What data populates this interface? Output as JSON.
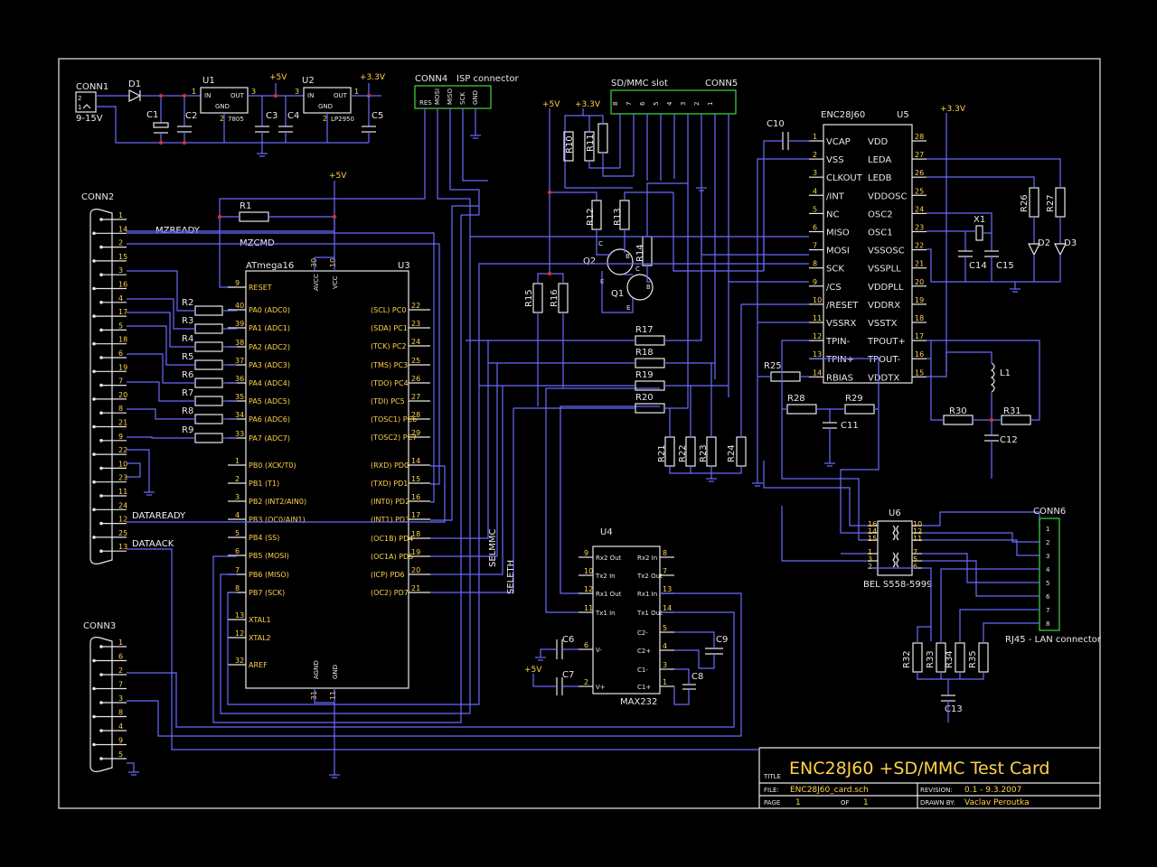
{
  "title_block": {
    "title_label": "TITLE",
    "title": "ENC28J60 +SD/MMC Test Card",
    "file_label": "FILE:",
    "file": "ENC28J60_card.sch",
    "revision_label": "REVISION:",
    "revision": "0.1 - 9.3.2007",
    "page_label": "PAGE",
    "page": "1",
    "of_label": "OF",
    "of": "1",
    "drawn_label": "DRAWN BY:",
    "drawn": "Vaclav Peroutka"
  },
  "connectors": {
    "conn1": "CONN1",
    "conn1_voltage": "9-15V",
    "conn2": "CONN2",
    "conn3": "CONN3",
    "conn4": "CONN4",
    "conn4_desc": "ISP connector",
    "conn5": "CONN5",
    "conn5_desc": "SD/MMC slot",
    "conn6": "CONN6",
    "conn6_desc": "RJ45 - LAN connector",
    "conn4_pins": [
      "RES",
      "MOSI",
      "MISO",
      "SCK",
      "GND"
    ],
    "conn5_pins": [
      "8",
      "7",
      "6",
      "5",
      "4",
      "3",
      "2",
      "1"
    ],
    "conn2_pins": [
      "1",
      "14",
      "2",
      "15",
      "3",
      "16",
      "4",
      "17",
      "5",
      "18",
      "6",
      "19",
      "7",
      "20",
      "8",
      "21",
      "9",
      "22",
      "10",
      "23",
      "11",
      "24",
      "12",
      "25",
      "13"
    ],
    "conn3_pins": [
      "1",
      "6",
      "2",
      "7",
      "3",
      "8",
      "4",
      "9",
      "5"
    ],
    "conn6_pins": [
      "1",
      "2",
      "3",
      "4",
      "5",
      "6",
      "7",
      "8"
    ]
  },
  "nets": {
    "mzready": "MZREADY",
    "mzcmd": "MZCMD",
    "dataready": "DATAREADY",
    "dataack": "DATAACK",
    "selmmc": "SELMMC",
    "seleth": "SELETH"
  },
  "power": {
    "v5": "+5V",
    "v33": "+3.3V"
  },
  "regulators": {
    "u1": "U1",
    "u1_part": "7805",
    "u2": "U2",
    "u2_part": "LP2950",
    "in": "IN",
    "out": "OUT",
    "gnd": "GND",
    "pin1": "1",
    "pin2": "2",
    "pin3": "3"
  },
  "u3": {
    "name": "U3",
    "part": "ATmega16",
    "avcc": "AVCC",
    "vcc": "VCC",
    "agnd": "AGND",
    "gnd": "GND",
    "top_pins": [
      "30",
      "10"
    ],
    "bottom_pins": [
      "31",
      "11"
    ],
    "left": [
      {
        "n": "9",
        "l": "RESET"
      },
      {
        "n": "40",
        "l": "PA0 (ADC0)"
      },
      {
        "n": "39",
        "l": "PA1 (ADC1)"
      },
      {
        "n": "38",
        "l": "PA2 (ADC2)"
      },
      {
        "n": "37",
        "l": "PA3 (ADC3)"
      },
      {
        "n": "36",
        "l": "PA4 (ADC4)"
      },
      {
        "n": "35",
        "l": "PA5 (ADC5)"
      },
      {
        "n": "34",
        "l": "PA6 (ADC6)"
      },
      {
        "n": "33",
        "l": "PA7 (ADC7)"
      },
      {
        "n": "1",
        "l": "PB0 (XCK/T0)"
      },
      {
        "n": "2",
        "l": "PB1 (T1)"
      },
      {
        "n": "3",
        "l": "PB2 (INT2/AIN0)"
      },
      {
        "n": "4",
        "l": "PB3 (OC0/AIN1)"
      },
      {
        "n": "5",
        "l": "PB4 (SS)"
      },
      {
        "n": "6",
        "l": "PB5 (MOSI)"
      },
      {
        "n": "7",
        "l": "PB6 (MISO)"
      },
      {
        "n": "8",
        "l": "PB7 (SCK)"
      },
      {
        "n": "13",
        "l": "XTAL1"
      },
      {
        "n": "12",
        "l": "XTAL2"
      },
      {
        "n": "32",
        "l": "AREF"
      }
    ],
    "right": [
      {
        "n": "22",
        "l": "(SCL) PC0"
      },
      {
        "n": "23",
        "l": "(SDA) PC1"
      },
      {
        "n": "24",
        "l": "(TCK) PC2"
      },
      {
        "n": "25",
        "l": "(TMS) PC3"
      },
      {
        "n": "26",
        "l": "(TDO) PC4"
      },
      {
        "n": "27",
        "l": "(TDI) PC5"
      },
      {
        "n": "28",
        "l": "(TOSC1) PC6"
      },
      {
        "n": "29",
        "l": "(TOSC2) PC7"
      },
      {
        "n": "14",
        "l": "(RXD) PD0"
      },
      {
        "n": "15",
        "l": "(TXD) PD1"
      },
      {
        "n": "16",
        "l": "(INT0) PD2"
      },
      {
        "n": "17",
        "l": "(INT1) PD3"
      },
      {
        "n": "18",
        "l": "(OC1B) PD4"
      },
      {
        "n": "19",
        "l": "(OC1A) PD5"
      },
      {
        "n": "20",
        "l": "(ICP) PD6"
      },
      {
        "n": "21",
        "l": "(OC2) PD7"
      }
    ]
  },
  "u4": {
    "name": "U4",
    "part": "MAX232",
    "left": [
      {
        "n": "9",
        "l": "Rx2 Out"
      },
      {
        "n": "10",
        "l": "Tx2 In"
      },
      {
        "n": "12",
        "l": "Rx1 Out"
      },
      {
        "n": "11",
        "l": "Tx1 In"
      },
      {
        "n": "6",
        "l": "V-"
      },
      {
        "n": "2",
        "l": "V+"
      }
    ],
    "right": [
      {
        "n": "8",
        "l": "Rx2 In"
      },
      {
        "n": "7",
        "l": "Tx2 Out"
      },
      {
        "n": "13",
        "l": "Rx1 In"
      },
      {
        "n": "14",
        "l": "Tx1 Out"
      },
      {
        "n": "5",
        "l": "C2-"
      },
      {
        "n": "4",
        "l": "C2+"
      },
      {
        "n": "3",
        "l": "C1-"
      },
      {
        "n": "1",
        "l": "C1+"
      }
    ]
  },
  "u5": {
    "name": "U5",
    "part": "ENC28J60",
    "left": [
      {
        "n": "1",
        "l": "VCAP"
      },
      {
        "n": "2",
        "l": "VSS"
      },
      {
        "n": "3",
        "l": "CLKOUT"
      },
      {
        "n": "4",
        "l": "/INT"
      },
      {
        "n": "5",
        "l": "NC"
      },
      {
        "n": "6",
        "l": "MISO"
      },
      {
        "n": "7",
        "l": "MOSI"
      },
      {
        "n": "8",
        "l": "SCK"
      },
      {
        "n": "9",
        "l": "/CS"
      },
      {
        "n": "10",
        "l": "/RESET"
      },
      {
        "n": "11",
        "l": "VSSRX"
      },
      {
        "n": "12",
        "l": "TPIN-"
      },
      {
        "n": "13",
        "l": "TPIN+"
      },
      {
        "n": "14",
        "l": "RBIAS"
      }
    ],
    "right": [
      {
        "n": "28",
        "l": "VDD"
      },
      {
        "n": "27",
        "l": "LEDA"
      },
      {
        "n": "26",
        "l": "LEDB"
      },
      {
        "n": "25",
        "l": "VDDOSC"
      },
      {
        "n": "24",
        "l": "OSC2"
      },
      {
        "n": "23",
        "l": "OSC1"
      },
      {
        "n": "22",
        "l": "VSSOSC"
      },
      {
        "n": "21",
        "l": "VSSPLL"
      },
      {
        "n": "20",
        "l": "VDDPLL"
      },
      {
        "n": "19",
        "l": "VDDRX"
      },
      {
        "n": "18",
        "l": "VSSTX"
      },
      {
        "n": "17",
        "l": "TPOUT+"
      },
      {
        "n": "16",
        "l": "TPOUT-"
      },
      {
        "n": "15",
        "l": "VDDTX"
      }
    ]
  },
  "u6": {
    "name": "U6",
    "part": "BEL S558-5999",
    "left_pins": [
      "16",
      "14",
      "15",
      "1",
      "3",
      "2"
    ],
    "right_pins": [
      "10",
      "12",
      "11",
      "7",
      "5",
      "6"
    ]
  },
  "components": {
    "D1": "D1",
    "D2": "D2",
    "D3": "D3",
    "Q1": "Q1",
    "Q2": "Q2",
    "X1": "X1",
    "L1": "L1",
    "C1": "C1",
    "C2": "C2",
    "C3": "C3",
    "C4": "C4",
    "C5": "C5",
    "C6": "C6",
    "C7": "C7",
    "C8": "C8",
    "C9": "C9",
    "C10": "C10",
    "C11": "C11",
    "C12": "C12",
    "C13": "C13",
    "C14": "C14",
    "C15": "C15",
    "R1": "R1",
    "R2": "R2",
    "R3": "R3",
    "R4": "R4",
    "R5": "R5",
    "R6": "R6",
    "R7": "R7",
    "R8": "R8",
    "R9": "R9",
    "R10": "R10",
    "R11": "R11",
    "R12": "R12",
    "R13": "R13",
    "R14": "R14",
    "R15": "R15",
    "R16": "R16",
    "R17": "R17",
    "R18": "R18",
    "R19": "R19",
    "R20": "R20",
    "R21": "R21",
    "R22": "R22",
    "R23": "R23",
    "R24": "R24",
    "R25": "R25",
    "R26": "R26",
    "R27": "R27",
    "R28": "R28",
    "R29": "R29",
    "R30": "R30",
    "R31": "R31",
    "R32": "R32",
    "R33": "R33",
    "R34": "R34",
    "R35": "R35",
    "b": "B",
    "c": "C",
    "e": "E"
  }
}
